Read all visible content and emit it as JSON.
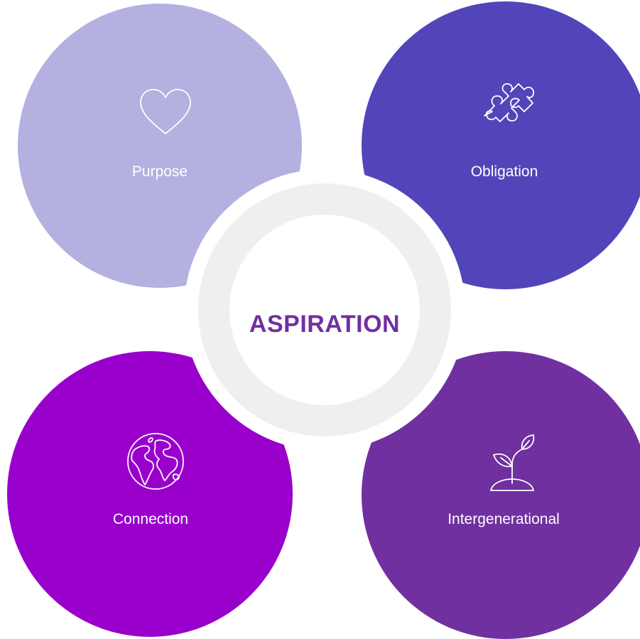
{
  "center": {
    "title": "ASPIRATION",
    "color": "#7030a0",
    "ring_color": "#efefef"
  },
  "petals": {
    "purpose": {
      "label": "Purpose",
      "icon": "heart-icon",
      "color": "#b4b0e0"
    },
    "obligation": {
      "label": "Obligation",
      "icon": "puzzle-icon",
      "color": "#5245b9"
    },
    "connection": {
      "label": "Connection",
      "icon": "globe-icon",
      "color": "#9900cc"
    },
    "intergenerational": {
      "label": "Intergenerational",
      "icon": "sprout-icon",
      "color": "#7030a0"
    }
  }
}
